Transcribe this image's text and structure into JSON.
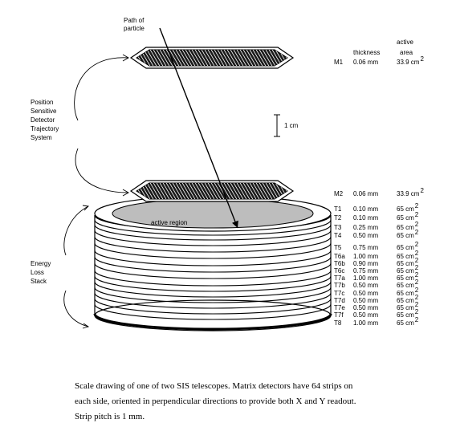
{
  "labels": {
    "path_of_particle": [
      "Path of",
      "particle"
    ],
    "position_system": [
      "Position",
      "Sensitive",
      "Detector",
      "Trajectory",
      "System"
    ],
    "energy_stack": [
      "Energy",
      "Loss",
      "Stack"
    ],
    "active_region": "active region",
    "scale_bar": "1 cm"
  },
  "table": {
    "header_thickness": "thickness",
    "header_active": "active",
    "header_area": "area",
    "rows_top": [
      {
        "name": "M1",
        "thickness": "0.06 mm",
        "area": "33.9 cm",
        "sup": "2"
      }
    ],
    "rows_bottom": [
      {
        "name": "M2",
        "thickness": "0.06 mm",
        "area": "33.9 cm",
        "sup": "2"
      },
      {
        "name": "T1",
        "thickness": "0.10 mm",
        "area": "65 cm",
        "sup": "2"
      },
      {
        "name": "T2",
        "thickness": "0.10 mm",
        "area": "65 cm",
        "sup": "2"
      },
      {
        "name": "T3",
        "thickness": "0.25 mm",
        "area": "65 cm",
        "sup": "2"
      },
      {
        "name": "T4",
        "thickness": "0.50 mm",
        "area": "65 cm",
        "sup": "2"
      },
      {
        "name": "T5",
        "thickness": "0.75 mm",
        "area": "65 cm",
        "sup": "2"
      },
      {
        "name": "T6a",
        "thickness": "1.00 mm",
        "area": "65 cm",
        "sup": "2"
      },
      {
        "name": "T6b",
        "thickness": "0.90 mm",
        "area": "65 cm",
        "sup": "2"
      },
      {
        "name": "T6c",
        "thickness": "0.75 mm",
        "area": "65 cm",
        "sup": "2"
      },
      {
        "name": "T7a",
        "thickness": "1.00 mm",
        "area": "65 cm",
        "sup": "2"
      },
      {
        "name": "T7b",
        "thickness": "0.50 mm",
        "area": "65 cm",
        "sup": "2"
      },
      {
        "name": "T7c",
        "thickness": "0.50 mm",
        "area": "65 cm",
        "sup": "2"
      },
      {
        "name": "T7d",
        "thickness": "0.50 mm",
        "area": "65 cm",
        "sup": "2"
      },
      {
        "name": "T7e",
        "thickness": "0.50 mm",
        "area": "65 cm",
        "sup": "2"
      },
      {
        "name": "T7f",
        "thickness": "0.50 mm",
        "area": "65 cm",
        "sup": "2"
      },
      {
        "name": "T8",
        "thickness": "1.00 mm",
        "area": "65 cm",
        "sup": "2"
      }
    ]
  },
  "caption": [
    "Scale drawing of one of two SIS telescopes.  Matrix detectors have 64 strips on",
    "each side, oriented in perpendicular directions to provide both X and Y readout.",
    "Strip pitch is 1 mm."
  ]
}
